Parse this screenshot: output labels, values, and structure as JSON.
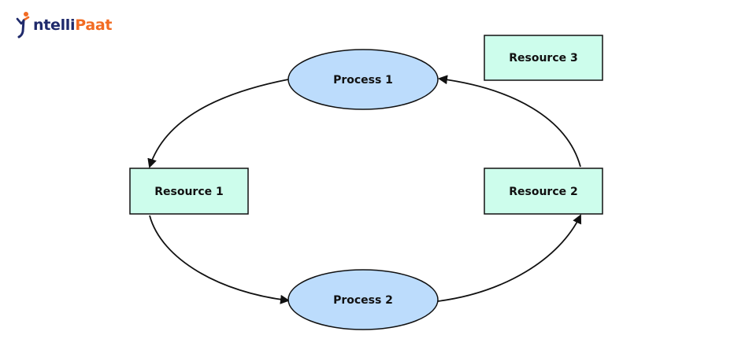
{
  "brand": {
    "part1": "ntelli",
    "part2": "Paat",
    "colors": {
      "primary": "#1f2a6b",
      "accent": "#f26b22"
    },
    "icon": "intellipaat-logo-icon"
  },
  "diagram": {
    "colors": {
      "process_fill": "#bcdcfc",
      "resource_fill": "#cdfdec",
      "stroke": "#111111"
    },
    "nodes": [
      {
        "id": "process1",
        "label": "Process 1",
        "type": "process"
      },
      {
        "id": "process2",
        "label": "Process 2",
        "type": "process"
      },
      {
        "id": "resource1",
        "label": "Resource 1",
        "type": "resource"
      },
      {
        "id": "resource2",
        "label": "Resource 2",
        "type": "resource"
      },
      {
        "id": "resource3",
        "label": "Resource 3",
        "type": "resource"
      }
    ],
    "edges": [
      {
        "from": "process1",
        "to": "resource1"
      },
      {
        "from": "resource1",
        "to": "process2"
      },
      {
        "from": "process2",
        "to": "resource2"
      },
      {
        "from": "resource2",
        "to": "process1"
      }
    ]
  }
}
